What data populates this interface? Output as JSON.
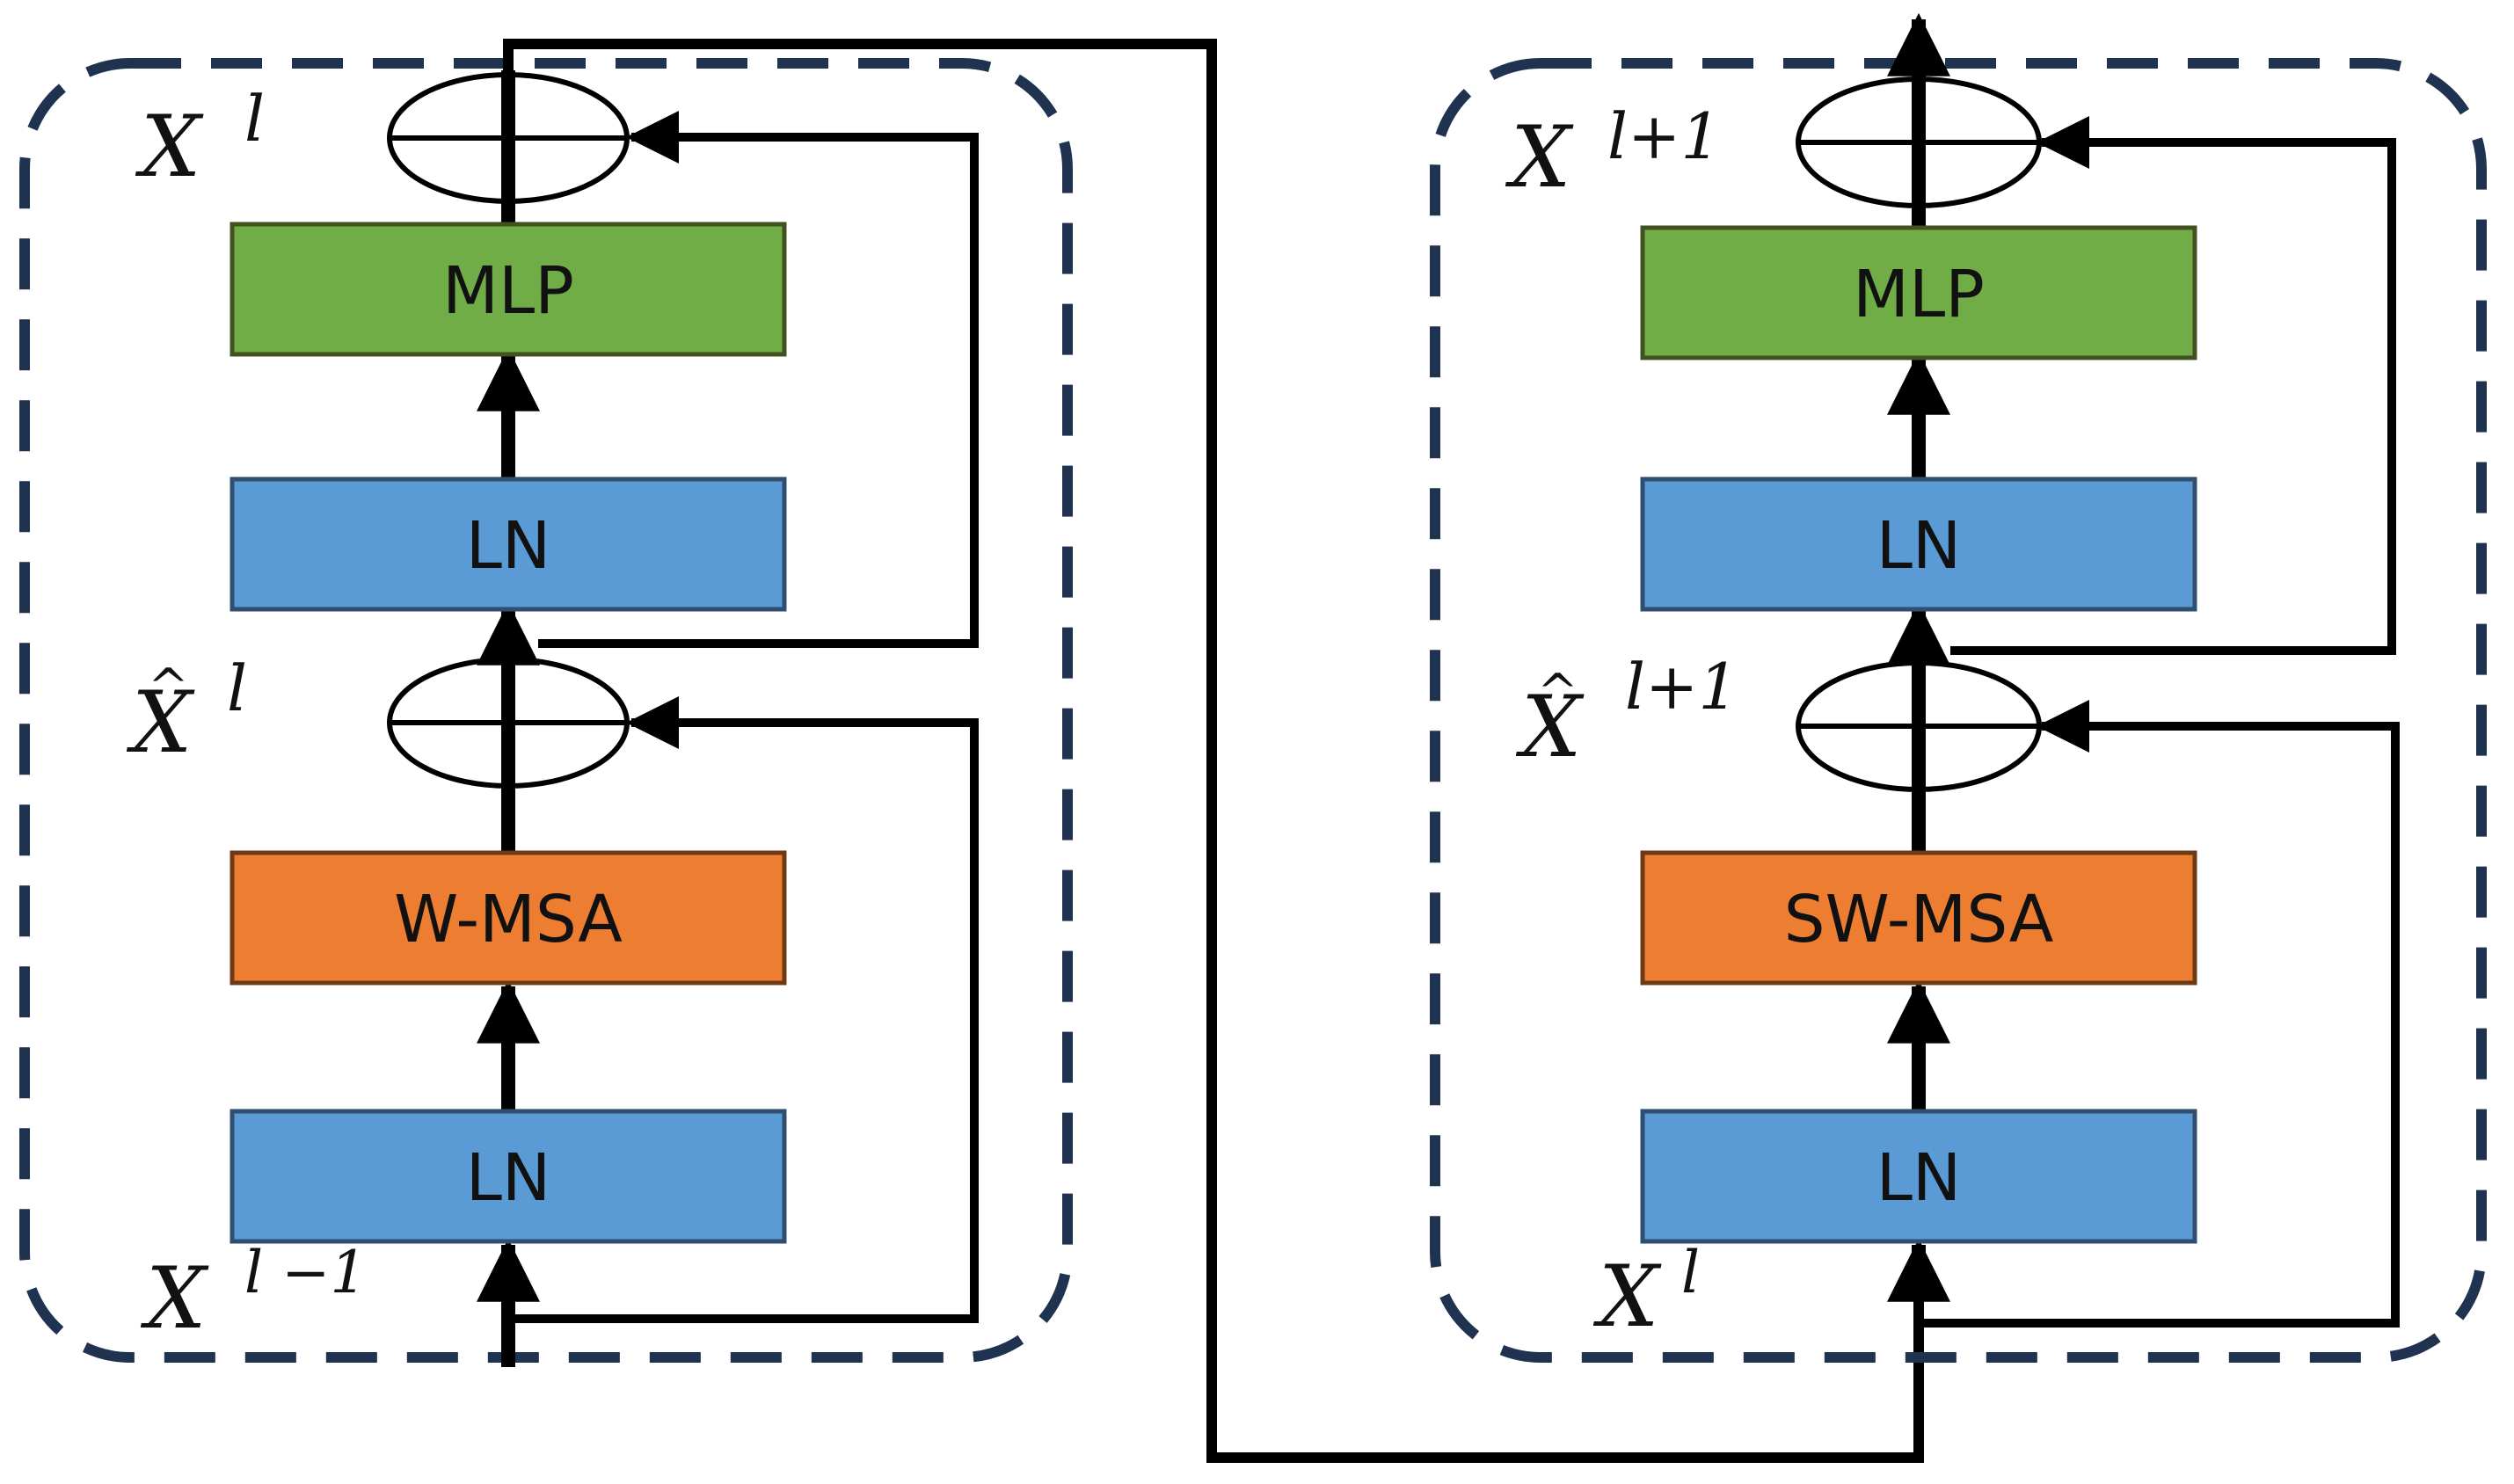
{
  "colors": {
    "mlp": "#70AD47",
    "ln": "#5B9BD5",
    "attention": "#ED7D31",
    "box_border": "#41511f",
    "dashed_border": "#1f3250",
    "line": "#000000"
  },
  "blocks": [
    {
      "mlp_label": "MLP",
      "ln_top_label": "LN",
      "attention_label": "W-MSA",
      "ln_bottom_label": "LN",
      "output_var": "X",
      "output_sup": "l",
      "mid_var": "X",
      "mid_sup": "l",
      "input_var": "X",
      "input_sup": "l −1"
    },
    {
      "mlp_label": "MLP",
      "ln_top_label": "LN",
      "attention_label": "SW-MSA",
      "ln_bottom_label": "LN",
      "output_var": "X",
      "output_sup": "l+1",
      "mid_var": "X",
      "mid_sup": "l+1",
      "input_var": "X",
      "input_sup": "l"
    }
  ]
}
